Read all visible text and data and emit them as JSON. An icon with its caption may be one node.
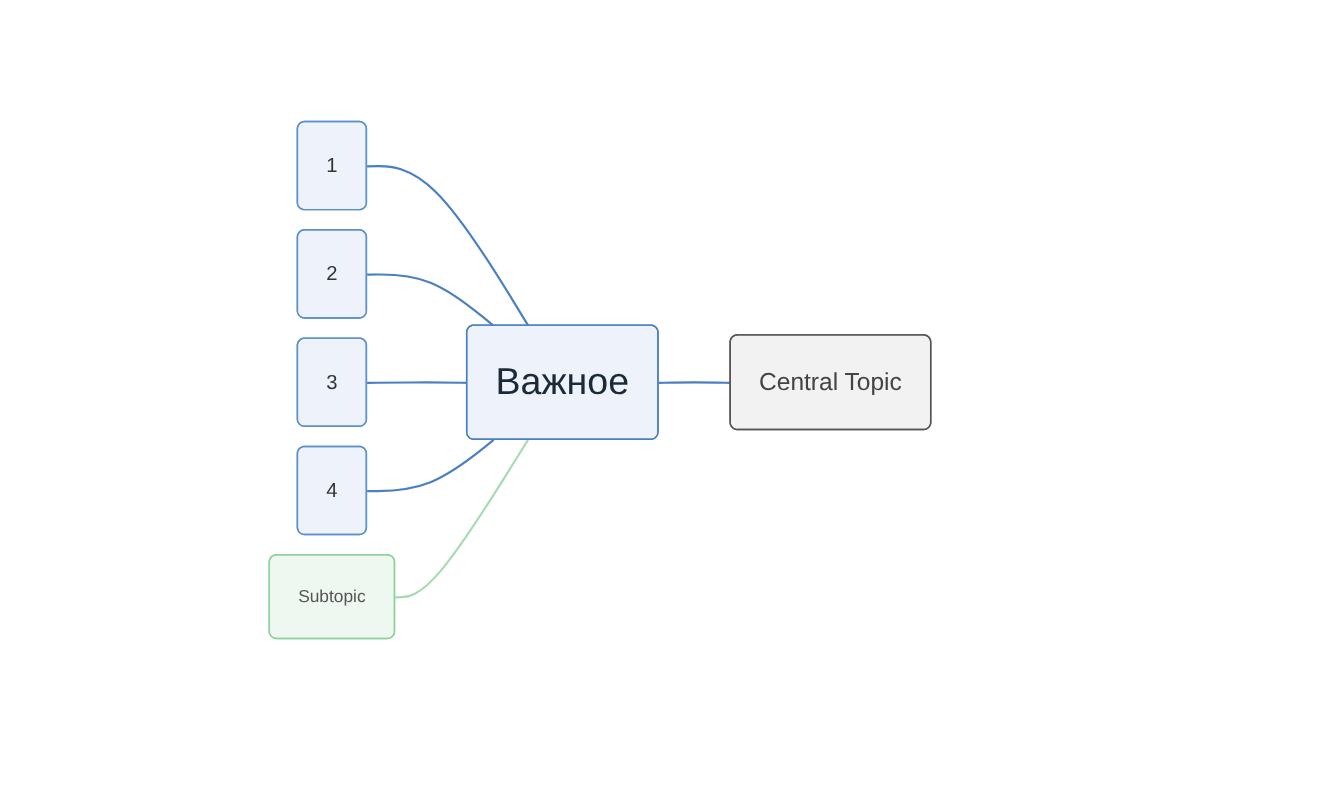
{
  "diagram": {
    "nodes": [
      {
        "text": [
          "Важное"
        ]
      },
      {
        "text": [
          "Central Topic"
        ]
      },
      {
        "text": [
          "1"
        ]
      },
      {
        "text": [
          "2"
        ]
      },
      {
        "text": [
          "3"
        ]
      },
      {
        "text": [
          "4"
        ]
      },
      {
        "text": [
          "Subtopic"
        ]
      }
    ],
    "edges": [
      {
        "from": 1,
        "to": 0,
        "arrow": "none"
      },
      {
        "from": 0,
        "to": 2,
        "arrow": "none"
      },
      {
        "from": 0,
        "to": 3,
        "arrow": "none"
      },
      {
        "from": 0,
        "to": 4,
        "arrow": "none"
      },
      {
        "from": 0,
        "to": 5,
        "arrow": "none"
      },
      {
        "from": 0,
        "to": 6,
        "arrow": "none",
        "color": "#a8dbb5"
      }
    ]
  }
}
